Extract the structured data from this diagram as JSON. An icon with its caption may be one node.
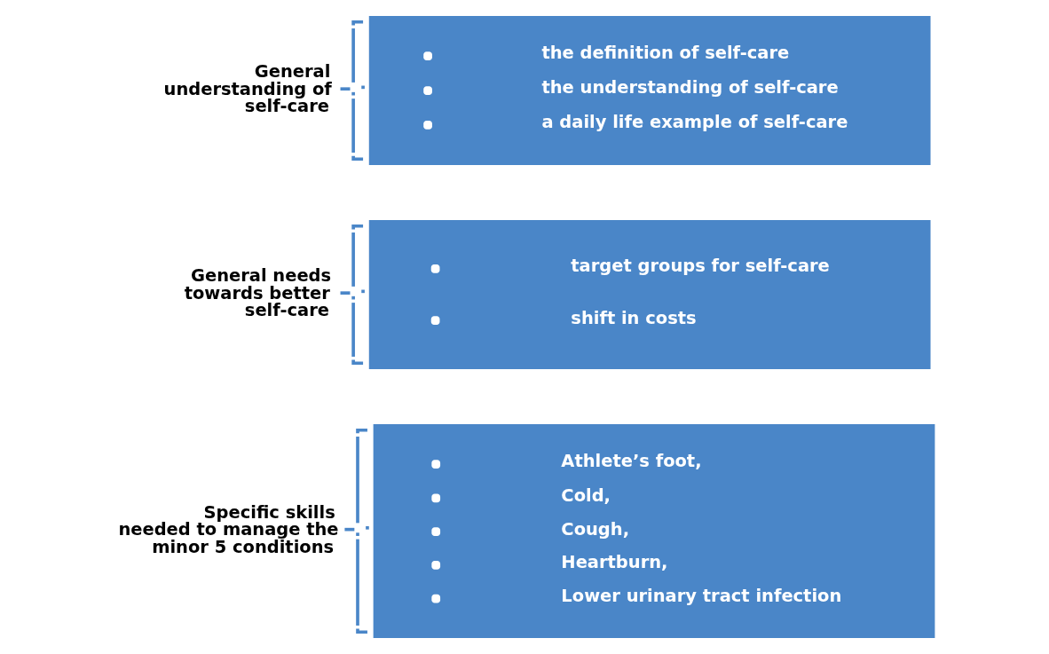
{
  "diagram": {
    "nodes": [
      {
        "text": [
          "General understanding of self-care",
          "the definition of self-care",
          "the understanding of self-care",
          "a daily life example of self-care"
        ]
      },
      {
        "text": [
          "General needs towards better self-care",
          "target groups for self-care",
          "shift in costs"
        ]
      },
      {
        "text": [
          "Specific skills needed to manage the minor 5 conditions",
          "Athlete’s foot,",
          "Cold,",
          "Cough,",
          "Heartburn,",
          "Lower urinary tract infection"
        ]
      }
    ],
    "edges": []
  }
}
